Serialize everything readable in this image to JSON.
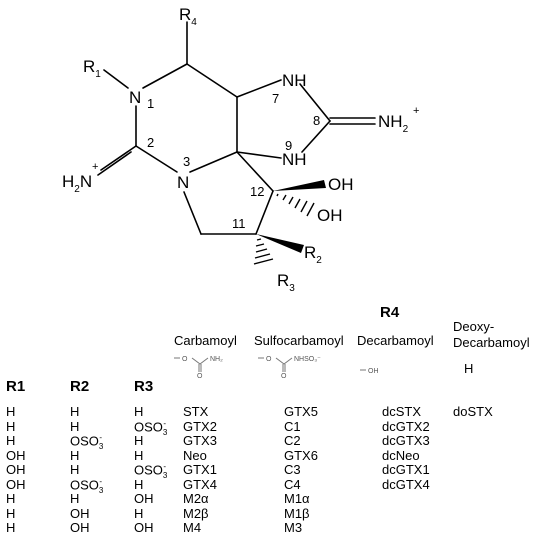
{
  "structure": {
    "labels": {
      "r4": "R",
      "r4_sub": "4",
      "r1": "R",
      "r1_sub": "1",
      "n1": "N",
      "n1_num": "1",
      "nh7": "NH",
      "nh7_num": "7",
      "c8_num": "8",
      "nh2_plus": "NH",
      "nh2_plus_sub": "2",
      "nh2_plus_charge": "+",
      "nh9": "NH",
      "nh9_num": "9",
      "c2_num": "2",
      "h2n": "H",
      "h2n_sub": "2",
      "h2n_n": "N",
      "h2n_charge": "+",
      "n3": "N",
      "n3_num": "3",
      "c12_num": "12",
      "oh1": "OH",
      "oh2": "OH",
      "c11_num": "11",
      "r2": "R",
      "r2_sub": "2",
      "r3": "R",
      "r3_sub": "3"
    }
  },
  "table": {
    "r4_header": "R4",
    "col_r1": "R1",
    "col_r2": "R2",
    "col_r3": "R3",
    "groups": {
      "carbamoyl": "Carbamoyl",
      "sulfocarbamoyl": "Sulfocarbamoyl",
      "decarbamoyl": "Decarbamoyl",
      "deoxy_line1": "Deoxy-",
      "deoxy_line2": "Decarbamoyl"
    },
    "fragments": {
      "carbamoyl_o": "O",
      "carbamoyl_nh2": "NH₂",
      "carbamoyl_co": "O",
      "sulfo_o": "O",
      "sulfo_nhso3": "NHSO₃⁻",
      "sulfo_co": "O",
      "decarb_oh": "OH",
      "deoxy_h": "H"
    },
    "rows": [
      {
        "r1": "H",
        "r2": "H",
        "r2_sup": "",
        "r3": "H",
        "r3_sup": "",
        "carbamoyl": "STX",
        "sulfo": "GTX5",
        "decarb": "dcSTX",
        "deoxy": "doSTX"
      },
      {
        "r1": "H",
        "r2": "H",
        "r2_sup": "",
        "r3": "OSO",
        "r3_sup": "3-",
        "carbamoyl": "GTX2",
        "sulfo": "C1",
        "decarb": "dcGTX2",
        "deoxy": ""
      },
      {
        "r1": "H",
        "r2": "OSO",
        "r2_sup": "3-",
        "r3": "H",
        "r3_sup": "",
        "carbamoyl": "GTX3",
        "sulfo": "C2",
        "decarb": "dcGTX3",
        "deoxy": ""
      },
      {
        "r1": "OH",
        "r2": "H",
        "r2_sup": "",
        "r3": "H",
        "r3_sup": "",
        "carbamoyl": "Neo",
        "sulfo": "GTX6",
        "decarb": "dcNeo",
        "deoxy": ""
      },
      {
        "r1": "OH",
        "r2": "H",
        "r2_sup": "",
        "r3": "OSO",
        "r3_sup": "3-",
        "carbamoyl": "GTX1",
        "sulfo": "C3",
        "decarb": "dcGTX1",
        "deoxy": ""
      },
      {
        "r1": "OH",
        "r2": "OSO",
        "r2_sup": "3-",
        "r3": "H",
        "r3_sup": "",
        "carbamoyl": "GTX4",
        "sulfo": "C4",
        "decarb": "dcGTX4",
        "deoxy": ""
      },
      {
        "r1": "H",
        "r2": "H",
        "r2_sup": "",
        "r3": "OH",
        "r3_sup": "",
        "carbamoyl": "M2α",
        "sulfo": "M1α",
        "decarb": "",
        "deoxy": ""
      },
      {
        "r1": "H",
        "r2": "OH",
        "r2_sup": "",
        "r3": "H",
        "r3_sup": "",
        "carbamoyl": "M2β",
        "sulfo": "M1β",
        "decarb": "",
        "deoxy": ""
      },
      {
        "r1": "H",
        "r2": "OH",
        "r2_sup": "",
        "r3": "OH",
        "r3_sup": "",
        "carbamoyl": "M4",
        "sulfo": "M3",
        "decarb": "",
        "deoxy": ""
      }
    ]
  }
}
